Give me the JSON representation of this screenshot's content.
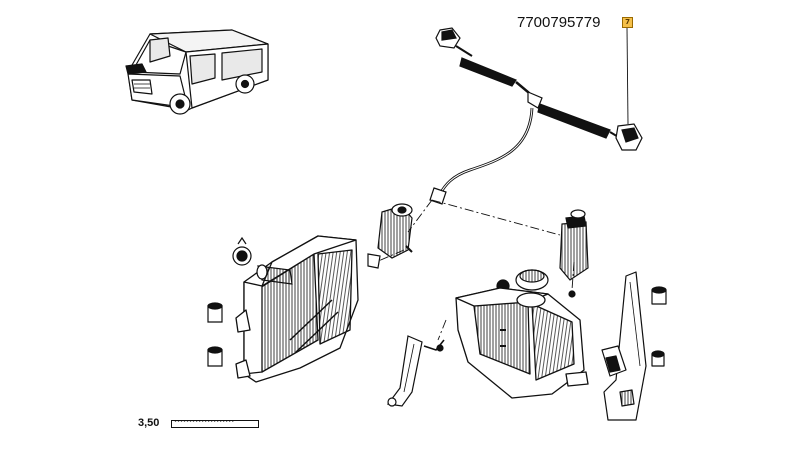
{
  "diagram": {
    "part_number": "7700795779",
    "ref_badge": "7",
    "scale_label": "3,50",
    "scale_text": "••••••••••••••••••••"
  },
  "colors": {
    "line": "#111111",
    "badge": "#f5c04a"
  }
}
